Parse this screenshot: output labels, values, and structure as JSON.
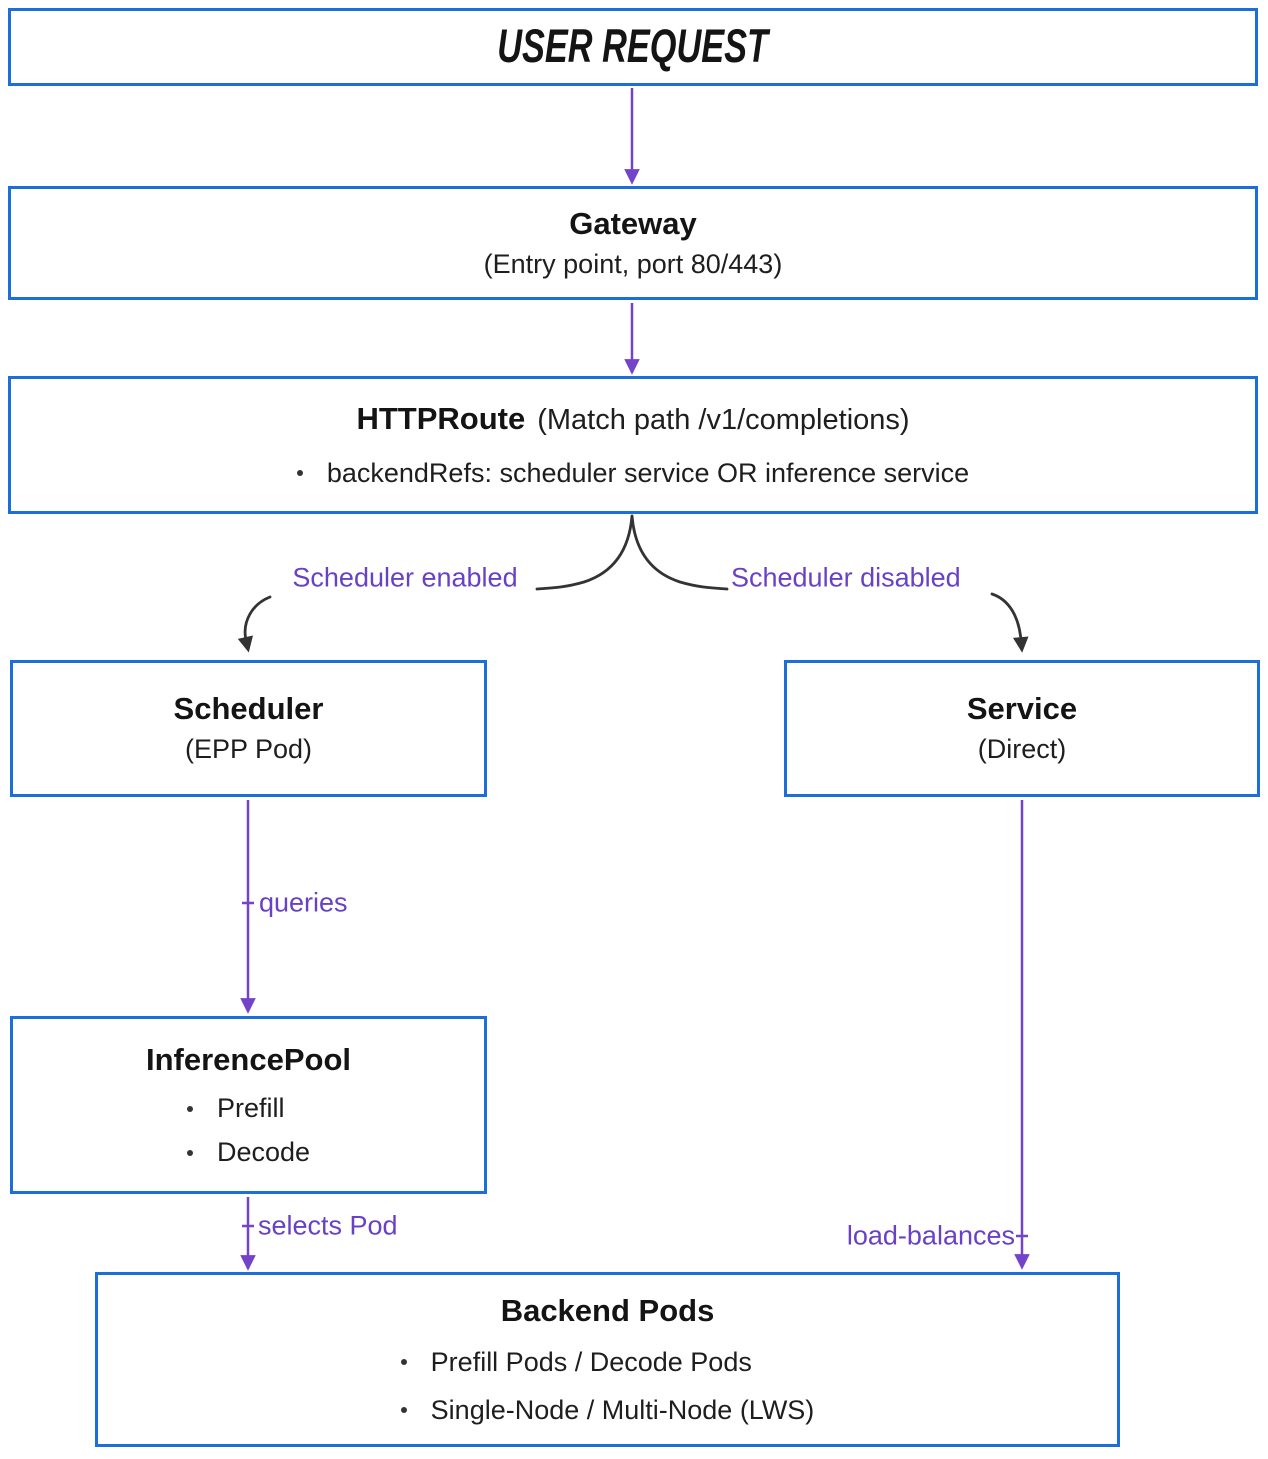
{
  "diagram": {
    "nodes": {
      "user_request": {
        "title": "USER REQUEST"
      },
      "gateway": {
        "title": "Gateway",
        "subtitle": "(Entry point, port 80/443)"
      },
      "httproute": {
        "title": "HTTPRoute",
        "title_suffix": "(Match path /v1/completions)",
        "bullets": [
          "backendRefs: scheduler service OR inference service"
        ]
      },
      "scheduler": {
        "title": "Scheduler",
        "subtitle": "(EPP Pod)"
      },
      "service": {
        "title": "Service",
        "subtitle": "(Direct)"
      },
      "inference_pool": {
        "title": "InferencePool",
        "bullets": [
          "Prefill",
          "Decode"
        ]
      },
      "backend_pods": {
        "title": "Backend Pods",
        "bullets": [
          "Prefill Pods / Decode Pods",
          "Single-Node / Multi-Node (LWS)"
        ]
      }
    },
    "edge_labels": {
      "scheduler_enabled": "Scheduler enabled",
      "scheduler_disabled": "Scheduler disabled",
      "queries": "queries",
      "selects_pod": "selects Pod",
      "load_balances": "load-balances"
    },
    "colors": {
      "box_border": "#1c6ed8",
      "arrow_purple": "#7343c9",
      "label_purple": "#6841c4",
      "curve_dark": "#333333",
      "text_dark": "#141414"
    }
  }
}
